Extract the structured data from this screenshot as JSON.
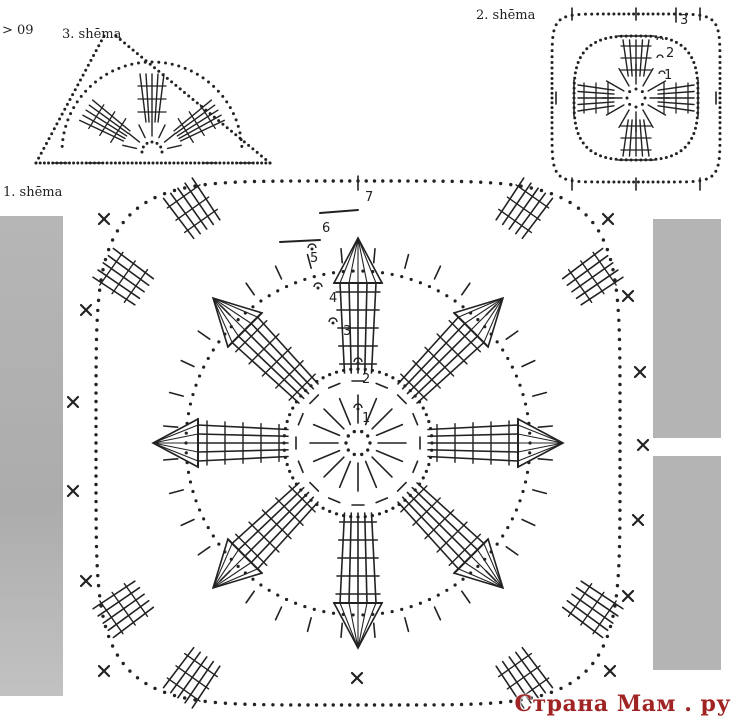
{
  "header": {
    "page_ref": "> 09"
  },
  "schemes": {
    "scheme1": {
      "label": "1. shēma",
      "row_numbers": [
        "1",
        "2",
        "3",
        "4",
        "5",
        "6",
        "7"
      ]
    },
    "scheme2": {
      "label": "2. shēma",
      "row_numbers": [
        "1",
        "2",
        "3"
      ]
    },
    "scheme3": {
      "label": "3. shēma"
    }
  },
  "watermark": {
    "text": "Страна Мам . ру"
  },
  "colors": {
    "ink": "#222222",
    "panel_gray": "#b4b4b4",
    "watermark_red": "#a02424"
  },
  "symbols": [
    "chain-stitch-dot",
    "single-crochet-cross",
    "double-crochet-post",
    "slip-stitch-arrow"
  ]
}
